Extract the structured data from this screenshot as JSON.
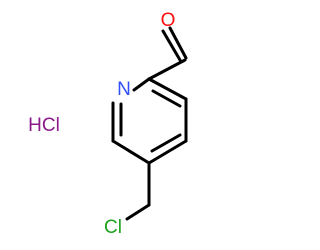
{
  "molecule": {
    "atoms": {
      "oxygen": "O",
      "nitrogen": "N",
      "chlorine": "Cl"
    },
    "salt": "HCl"
  },
  "colors": {
    "bond": "#000000",
    "oxygen": "#ff0d0d",
    "nitrogen": "#3050f8",
    "chlorine": "#1fa01f",
    "salt": "#8a1a8a"
  }
}
